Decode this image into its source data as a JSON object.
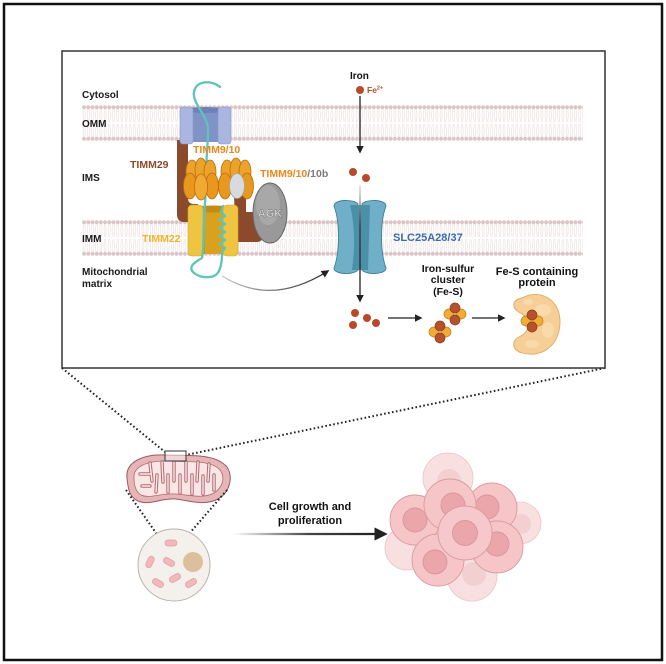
{
  "figure": {
    "compartments": {
      "cytosol": "Cytosol",
      "omm": "OMM",
      "ims": "IMS",
      "imm": "IMM",
      "matrix_line1": "Mitochondrial",
      "matrix_line2": "matrix"
    },
    "proteins": {
      "timm29": "TIMM29",
      "timm9_10": "TIMM9/10",
      "timm9_10_10b_orange": "TIMM9/10",
      "timm9_10_10b_grey": "/10b",
      "agk": "AGK",
      "timm22": "TIMM22",
      "slc25a28_37": "SLC25A28/37"
    },
    "iron": {
      "title": "Iron",
      "ion": "Fe",
      "charge": "2+"
    },
    "fe_s_cluster": {
      "line1": "Iron-sulfur",
      "line2": "cluster",
      "line3": "(Fe-S)"
    },
    "fe_s_protein": {
      "line1": "Fe-S containing",
      "line2": "protein"
    },
    "outcome": {
      "line1": "Cell growth and",
      "line2": "proliferation"
    }
  },
  "colors": {
    "timm29": "#8b4a2b",
    "timm9_10": "#e8891c",
    "grey_10b": "#7a7a7a",
    "timm22": "#eeb52a",
    "slc25a28_37": "#3b6ab4",
    "iron": "#b84a2a",
    "agk_text": "#e2e2e2",
    "black": "#111111"
  }
}
